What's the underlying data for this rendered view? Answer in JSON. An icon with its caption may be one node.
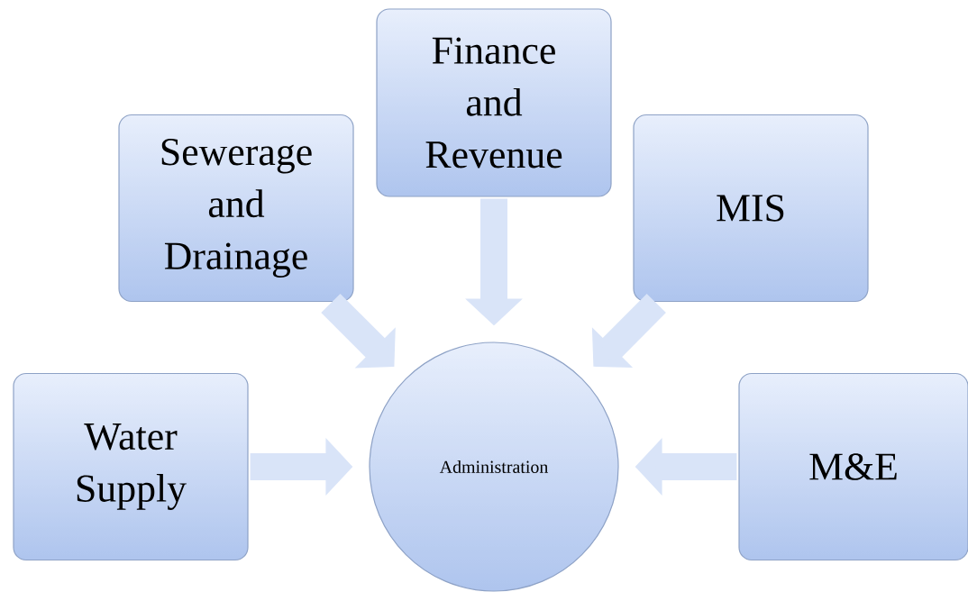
{
  "diagram": {
    "nodes": [
      {
        "text": [
          "Finance and Revenue"
        ]
      },
      {
        "text": [
          "Sewerage and Drainage"
        ]
      },
      {
        "text": [
          "MIS"
        ]
      },
      {
        "text": [
          "Water Supply"
        ]
      },
      {
        "text": [
          "Administration"
        ]
      },
      {
        "text": [
          "M&E"
        ]
      }
    ],
    "edges": [
      {
        "from": 0,
        "to": 4,
        "arrow": "to"
      },
      {
        "from": 1,
        "to": 4,
        "arrow": "to"
      },
      {
        "from": 2,
        "to": 4,
        "arrow": "to"
      },
      {
        "from": 3,
        "to": 4,
        "arrow": "to"
      },
      {
        "from": 5,
        "to": 4,
        "arrow": "to"
      }
    ]
  }
}
